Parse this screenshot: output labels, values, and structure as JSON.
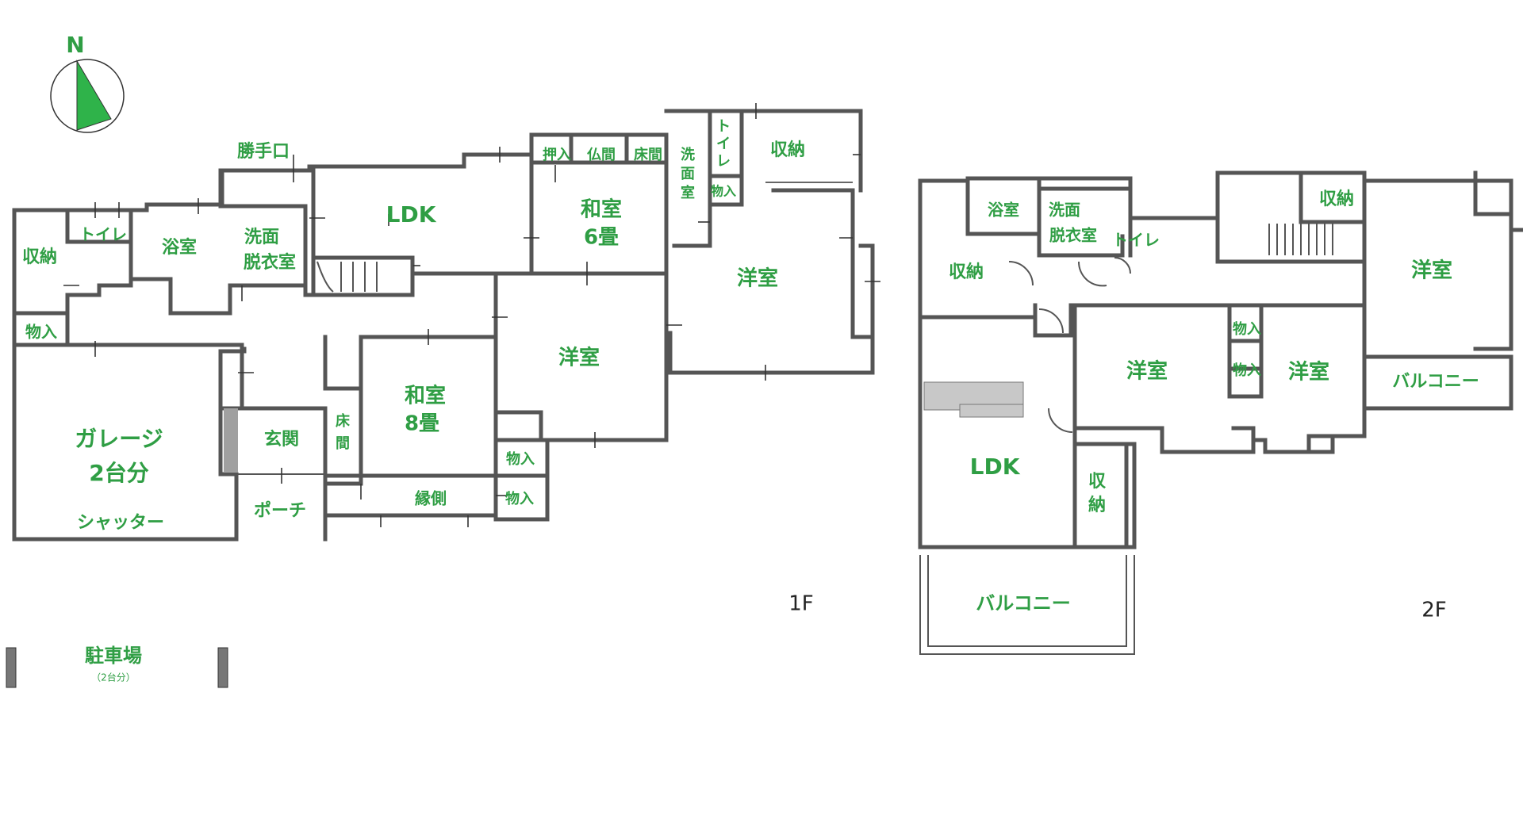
{
  "compass": {
    "label": "N"
  },
  "floors": {
    "first": {
      "label": "1F",
      "rooms": {
        "katteguchi": "勝手口",
        "ldk": "LDK",
        "oshiire": "押入",
        "butsuma": "仏間",
        "tokonoma": "床間",
        "senmenshitsu": "洗面室",
        "toilet_vertical": "トイレ",
        "storage_small": "物入",
        "storage_north": "収納",
        "washitsu6_name": "和室",
        "washitsu6_size": "6畳",
        "toilet": "トイレ",
        "yokushitsu": "浴室",
        "senmen_datsui_1": "洗面",
        "senmen_datsui_2": "脱衣室",
        "shuno_west": "収納",
        "monoire_west": "物入",
        "yoshitsu_ne": "洋室",
        "yoshitsu_center": "洋室",
        "garage_name": "ガレージ",
        "garage_capacity": "2台分",
        "shutter": "シャッター",
        "genkan": "玄関",
        "tokoma_vertical": "床間",
        "washitsu8_name": "和室",
        "washitsu8_size": "8畳",
        "monoire_a": "物入",
        "monoire_b": "物入",
        "engawa": "縁側",
        "porch": "ポーチ",
        "parking": "駐車場",
        "parking_note": "（2台分）"
      }
    },
    "second": {
      "label": "2F",
      "rooms": {
        "yokushitsu": "浴室",
        "senmen_datsui_1": "洗面",
        "senmen_datsui_2": "脱衣室",
        "toilet": "トイレ",
        "shuno_top": "収納",
        "yoshitsu_east": "洋室",
        "shuno_west": "収納",
        "monoire_1": "物入",
        "monoire_2": "物入",
        "yoshitsu_center": "洋室",
        "yoshitsu_right": "洋室",
        "balcony_east": "バルコニー",
        "ldk": "LDK",
        "shuno_vertical": "収納",
        "balcony_south": "バルコニー"
      }
    }
  },
  "colors": {
    "label": "#2f9e44",
    "wall": "#555555",
    "compass_fill": "#2fb34a",
    "stair_gray": "#c8c8c8"
  }
}
